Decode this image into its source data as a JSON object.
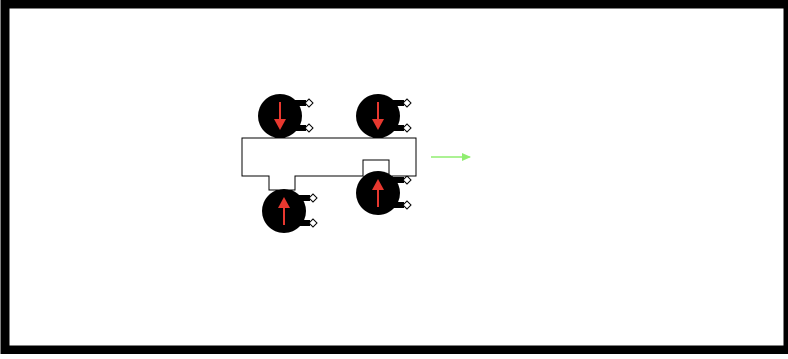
{
  "colors": {
    "background": "#ffffff",
    "border": "#000000",
    "table_fill": "#ffffff",
    "table_outline": "#000000",
    "agent_body": "#000000",
    "agent_arrow": "#e8382f",
    "gripper_fill": "#ffffff",
    "direction_arrow": "#90ee70"
  },
  "scene": {
    "object": "table-platform",
    "agents": [
      {
        "id": "agent-top-left",
        "facing": "down"
      },
      {
        "id": "agent-top-right",
        "facing": "down"
      },
      {
        "id": "agent-bottom-left",
        "facing": "up"
      },
      {
        "id": "agent-bottom-right",
        "facing": "up"
      }
    ],
    "goal_direction": "right"
  }
}
